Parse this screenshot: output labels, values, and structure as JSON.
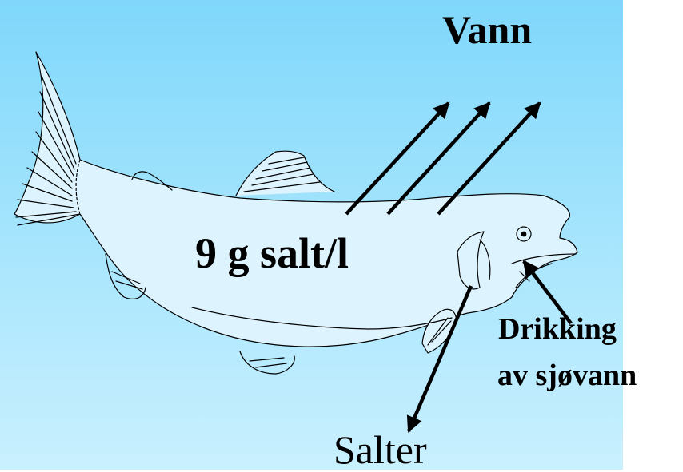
{
  "labels": {
    "water": "Vann",
    "salt_concentration": "9 g salt/l",
    "drinking_line1": "Drikking",
    "drinking_line2": "av sjøvann",
    "salts": "Salter"
  },
  "colors": {
    "background_top": "#7fd7fb",
    "background_bottom": "#c9f0fe",
    "line": "#000000"
  },
  "icons": {
    "fish": "salmon-fish-illustration",
    "arrow": "black-arrow"
  }
}
